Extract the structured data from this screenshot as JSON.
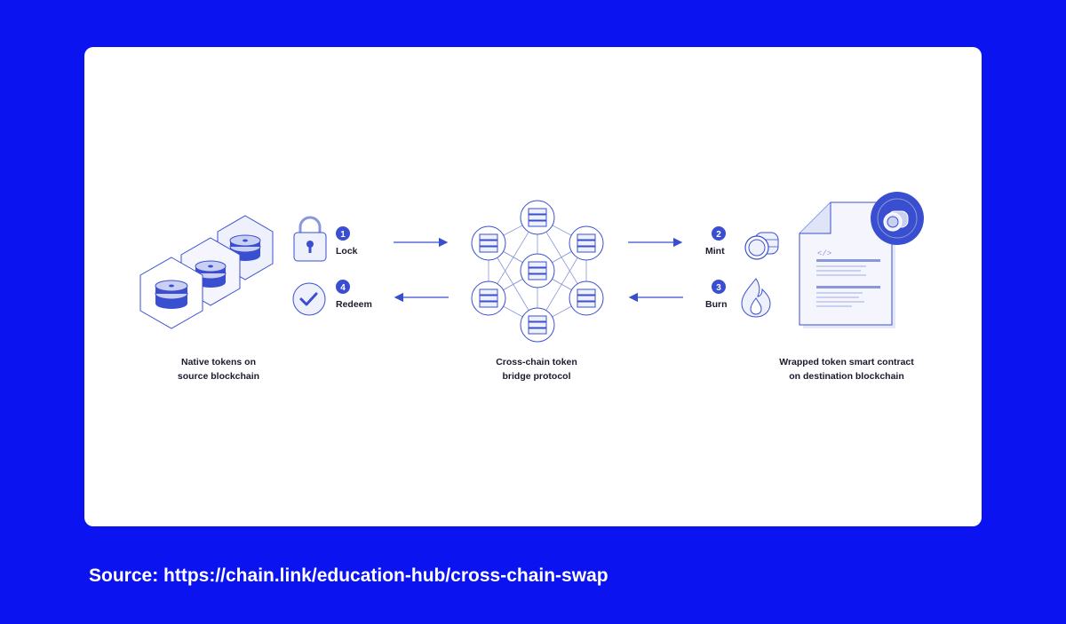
{
  "colors": {
    "background": "#0b13f0",
    "card": "#ffffff",
    "accent": "#3a4fd0",
    "light_accent": "#dfe4f7",
    "text": "#1a1a2e"
  },
  "steps": {
    "lock": {
      "number": "1",
      "label": "Lock"
    },
    "mint": {
      "number": "2",
      "label": "Mint"
    },
    "burn": {
      "number": "3",
      "label": "Burn"
    },
    "redeem": {
      "number": "4",
      "label": "Redeem"
    }
  },
  "captions": {
    "source_line1": "Native tokens on",
    "source_line2": "source blockchain",
    "bridge_line1": "Cross-chain token",
    "bridge_line2": "bridge protocol",
    "contract_line1": "Wrapped token smart contract",
    "contract_line2": "on destination blockchain"
  },
  "contract_code_tag": "</>",
  "footer": {
    "source_text": "Source: https://chain.link/education-hub/cross-chain-swap"
  }
}
